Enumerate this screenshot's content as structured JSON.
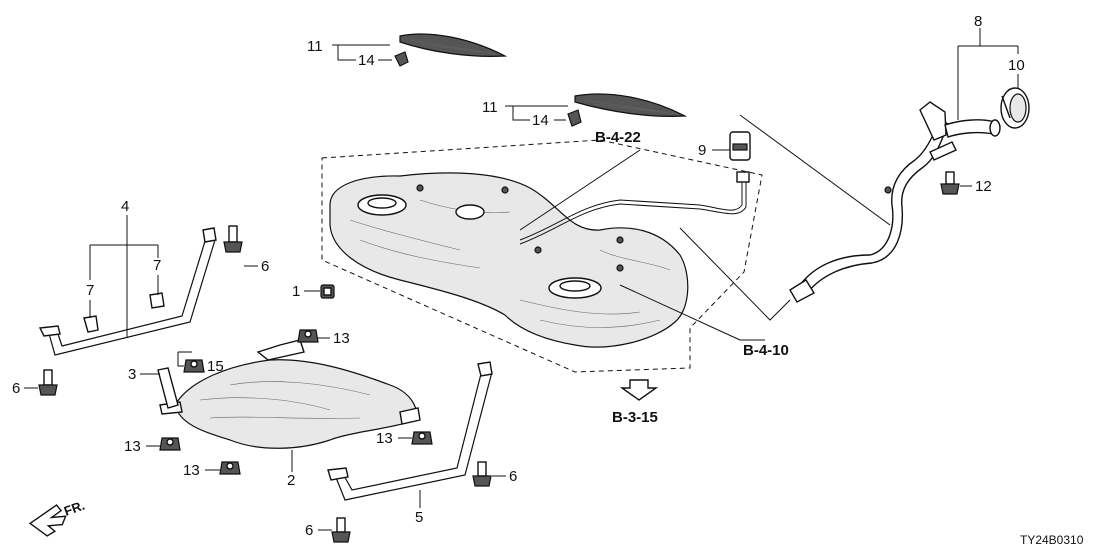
{
  "callouts": {
    "c1": "1",
    "c2": "2",
    "c3": "3",
    "c4": "4",
    "c5": "5",
    "c6a": "6",
    "c6b": "6",
    "c6c": "6",
    "c6d": "6",
    "c7a": "7",
    "c7b": "7",
    "c8": "8",
    "c9": "9",
    "c10": "10",
    "c11a": "11",
    "c11b": "11",
    "c12": "12",
    "c13a": "13",
    "c13b": "13",
    "c13c": "13",
    "c13d": "13",
    "c14a": "14",
    "c14b": "14",
    "c15": "15"
  },
  "references": {
    "b422": "B-4-22",
    "b410": "B-4-10",
    "b315": "B-3-15"
  },
  "front_indicator": "FR.",
  "diagram_code": "TY24B0310",
  "icons": [
    "front-arrow-icon",
    "reference-arrow-icon"
  ]
}
